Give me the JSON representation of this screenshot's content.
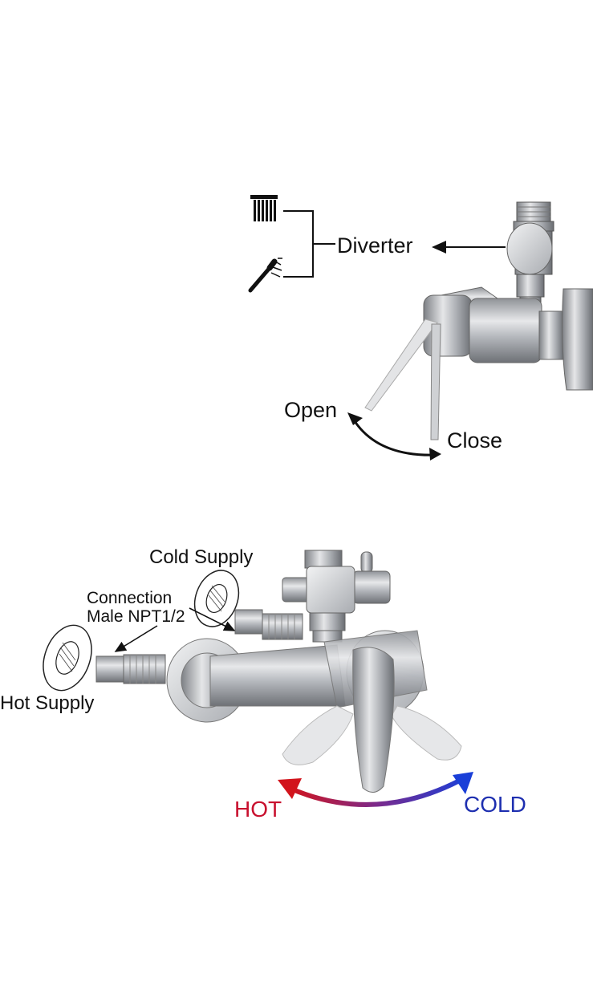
{
  "diverter_section": {
    "diverter_label": "Diverter",
    "open_label": "Open",
    "close_label": "Close",
    "icons": [
      "rain-showerhead-icon",
      "hand-shower-icon"
    ]
  },
  "supply_section": {
    "cold_supply_label": "Cold Supply",
    "connection_line1": "Connection",
    "connection_line2": "Male NPT1/2",
    "hot_supply_label": "Hot Supply",
    "hot_label": "HOT",
    "cold_label": "COLD"
  },
  "colors": {
    "hot": "#c8102e",
    "cold": "#1e2fb0",
    "line": "#111111",
    "steel": "#b9bcc1"
  }
}
